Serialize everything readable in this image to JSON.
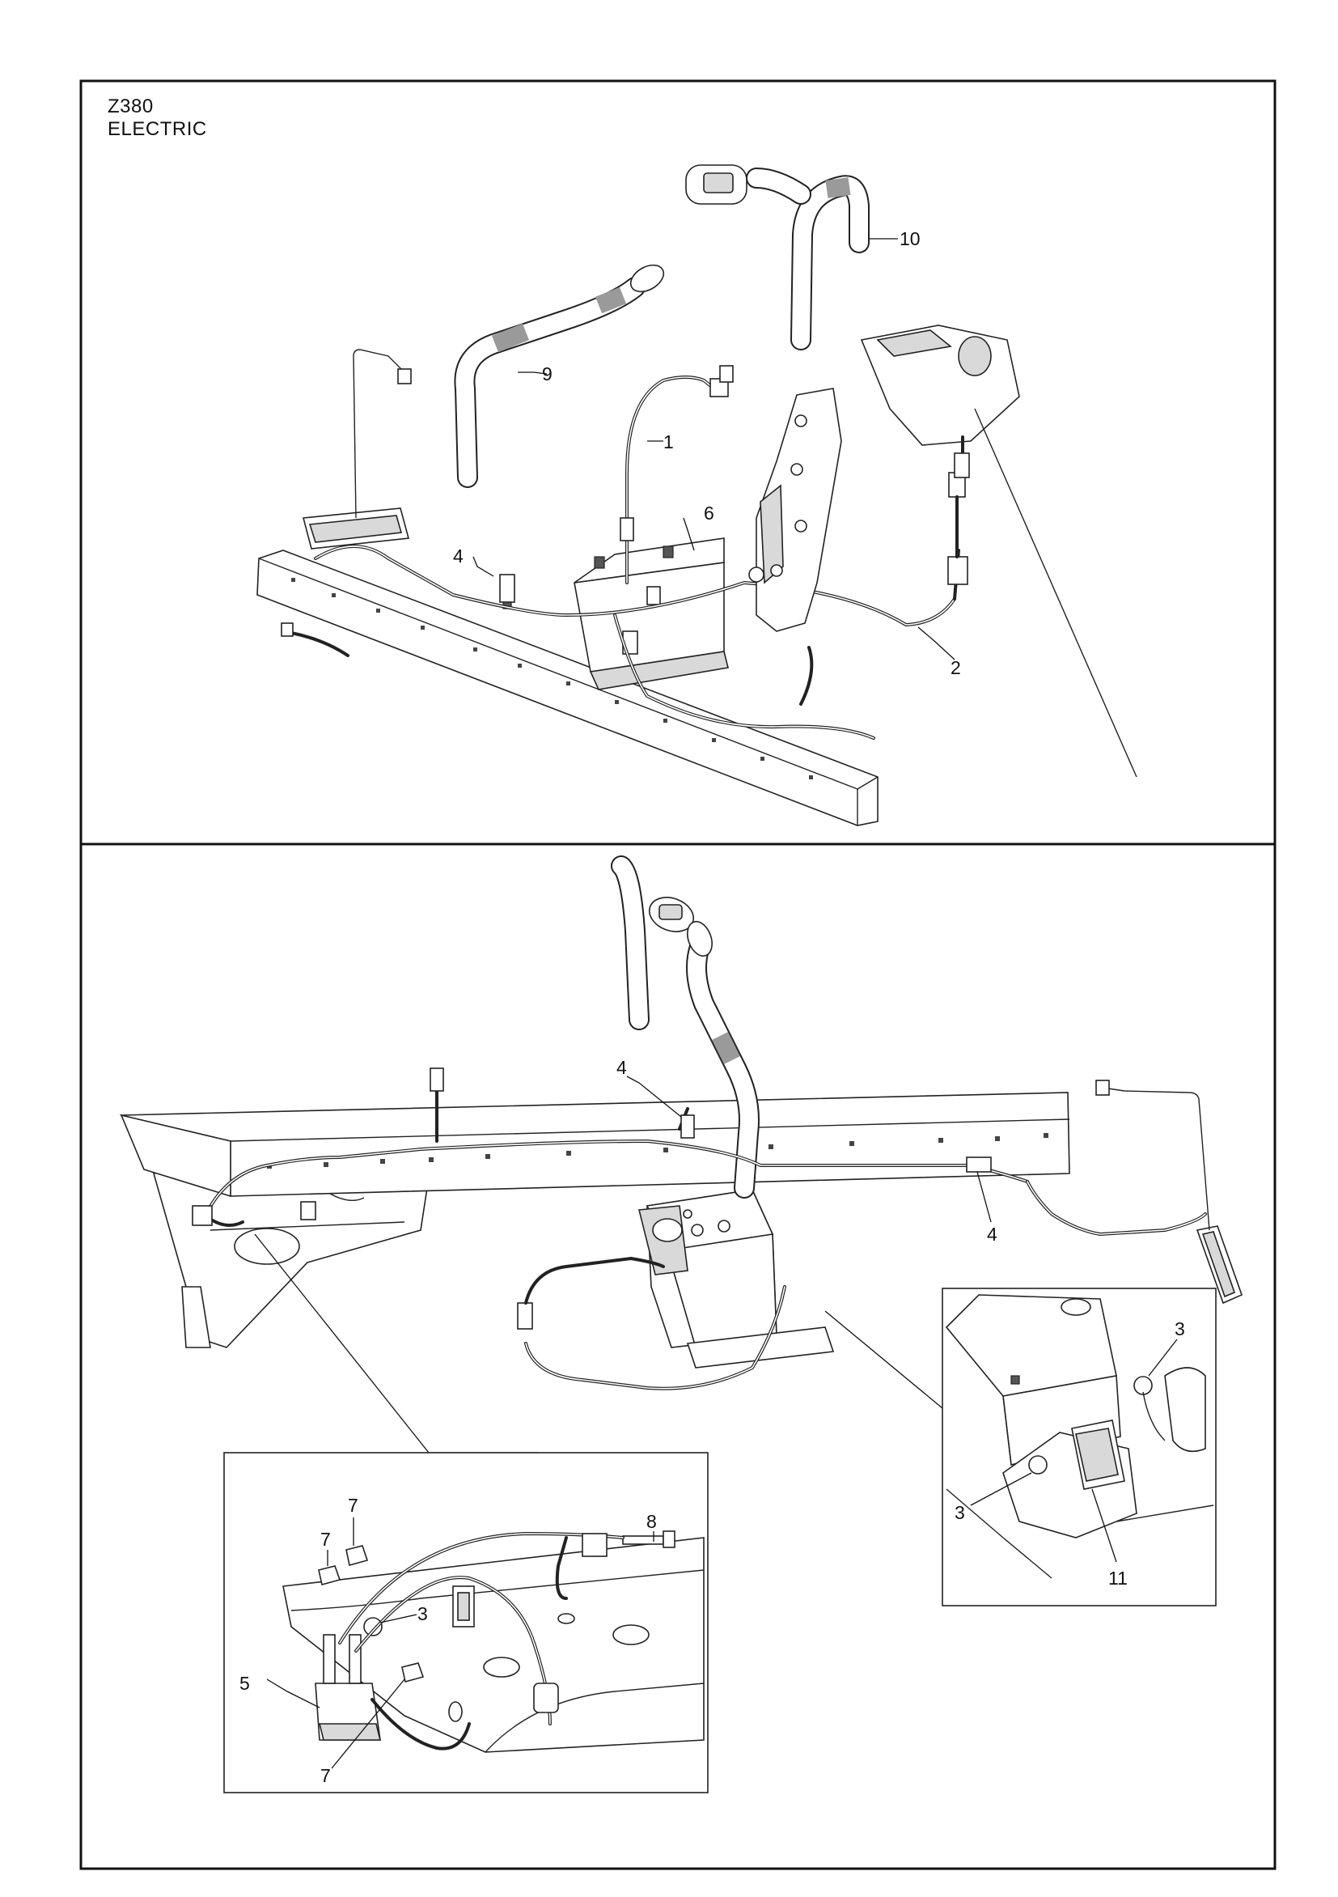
{
  "header": {
    "model": "Z380",
    "section": "ELECTRIC"
  },
  "callouts": {
    "upper": {
      "c1": "1",
      "c2": "2",
      "c4": "4",
      "c6": "6",
      "c9": "9",
      "c10": "10"
    },
    "lower": {
      "c4a": "4",
      "c4b": "4"
    },
    "detail_left": {
      "c3": "3",
      "c5": "5",
      "c7a": "7",
      "c7b": "7",
      "c7c": "7",
      "c8": "8"
    },
    "detail_right": {
      "c3a": "3",
      "c3b": "3",
      "c11": "11"
    }
  }
}
